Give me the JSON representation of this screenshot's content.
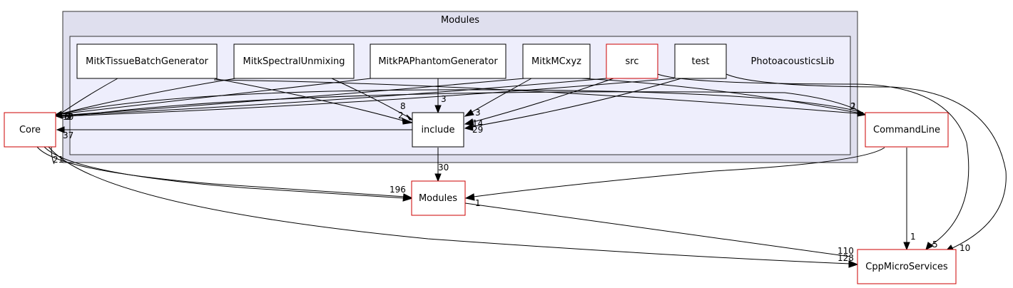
{
  "colors": {
    "outer_cluster_fill": "#dfdfee",
    "inner_cluster_fill": "#eeeefc",
    "cluster_stroke": "#333333",
    "node_border": "#000000",
    "external_node_border": "#cc0000"
  },
  "clusters": {
    "outer_label": "Modules",
    "inner_label": "PhotoacousticsLib"
  },
  "nodes": {
    "tissue": "MitkTissueBatchGenerator",
    "spectral": "MitkSpectralUnmixing",
    "phantom": "MitkPAPhantomGenerator",
    "mcxyz": "MitkMCxyz",
    "src": "src",
    "test": "test",
    "include": "include",
    "core": "Core",
    "commandline": "CommandLine",
    "modules_ext": "Modules",
    "cppmicro": "CppMicroServices"
  },
  "edge_labels": {
    "phantom_include": "3",
    "spectral_include": "8",
    "tissue_include": "2",
    "mcxyz_include": "3",
    "src_include": "14",
    "test_include": "29",
    "core_stack_a": "10",
    "core_stack_b": "6",
    "core_stack_c": "2",
    "core_stack_d": "7",
    "include_core": "37",
    "core_below": "21",
    "cmd_a": "2",
    "cmd_b": "1",
    "include_modules": "30",
    "core_modules": "196",
    "modules_cpp_src": "1",
    "cmd_cpp": "1",
    "cpp_a": "110",
    "cpp_b": "128",
    "cpp_right_a": "5",
    "cpp_right_b": "10"
  }
}
